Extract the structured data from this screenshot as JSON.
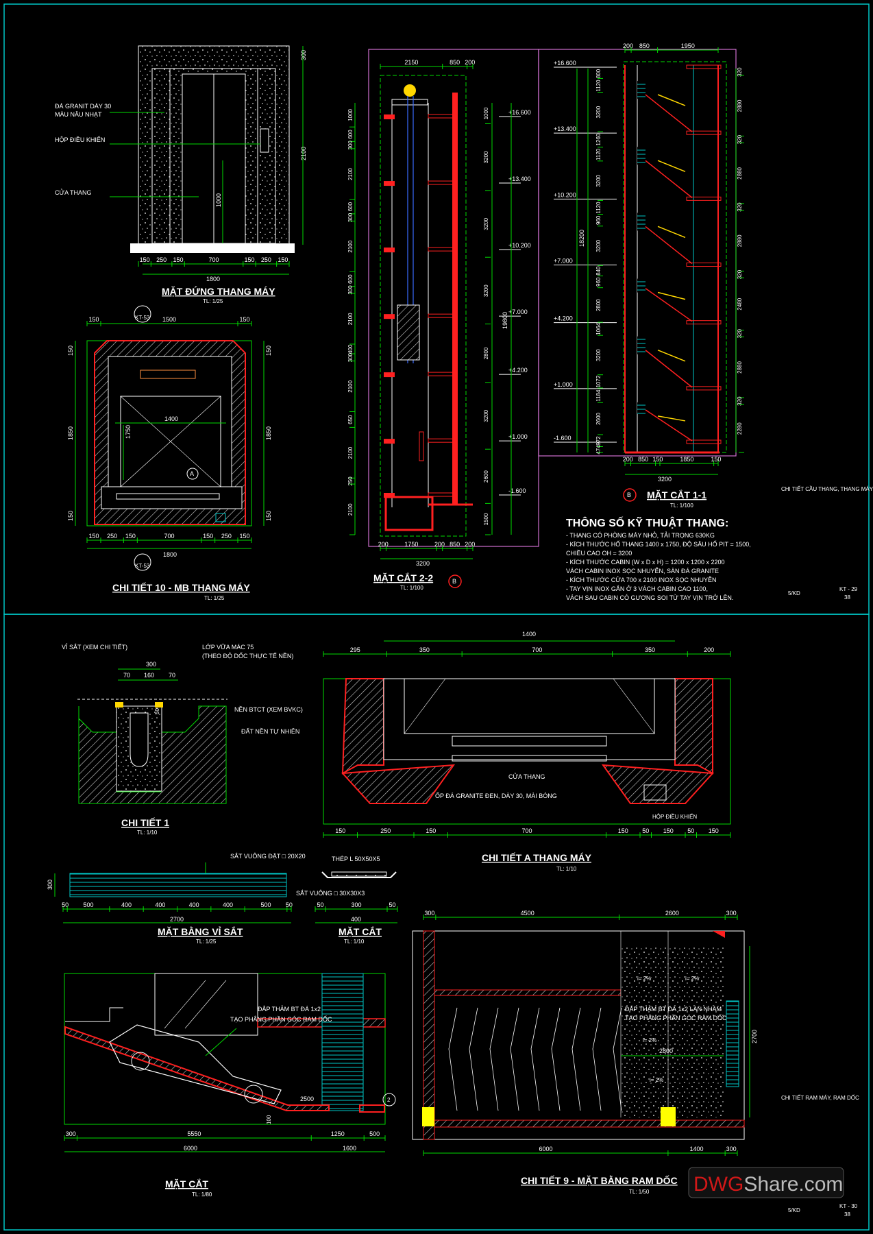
{
  "watermark": {
    "part1": "DWG",
    "part2": "Share.com"
  },
  "colors": {
    "frame": "#00c8c8",
    "dim": "#00dd00",
    "wall": "#ff2020",
    "lift": "#ffd700",
    "rope": "#3a6cff",
    "frame_magenta": "#d070d0"
  },
  "upper": {
    "elev": {
      "title": "MẶT ĐỨNG THANG MÁY",
      "scale": "TL: 1/25",
      "notes": {
        "granite1": "ĐÁ GRANIT DÀY 30",
        "granite2": "MÀU NÂU NHẠT",
        "control": "HỘP ĐIỀU KHIỂN",
        "door": "CỬA THANG"
      },
      "dims_bottom": [
        "150",
        "250",
        "150",
        "700",
        "150",
        "250",
        "150"
      ],
      "dim_total": "1800",
      "dims_right": [
        "300",
        "2100"
      ],
      "dim_inner": "1000"
    },
    "plan": {
      "title": "CHI TIẾT 10 - MB THANG MÁY",
      "scale": "TL: 1/25",
      "tag": "KT-53",
      "dims_top": [
        "150",
        "1500",
        "150"
      ],
      "dims_bottom": [
        "150",
        "250",
        "150",
        "700",
        "150",
        "250",
        "150"
      ],
      "dim_total": "1800",
      "dim_h": "1400",
      "dim_v": "1750",
      "dims_left": [
        "150",
        "1850",
        "150"
      ],
      "dims_right": [
        "150",
        "1850",
        "150"
      ],
      "mark": "A"
    },
    "sec22": {
      "title": "MẶT CẮT 2-2",
      "scale": "TL: 1/100",
      "mark": "B",
      "dims_top": [
        "2150",
        "850",
        "200"
      ],
      "dims_bottom": [
        "200",
        "1750",
        "200",
        "850",
        "200"
      ],
      "dim_total": "3200",
      "levels": [
        "+16.600",
        "+13.400",
        "+10.200",
        "+7.000",
        "+4.200",
        "+1.000",
        "-1.600"
      ],
      "dims_right": [
        "1000",
        "3200",
        "3200",
        "3200",
        "2800",
        "3200",
        "2600",
        "1500"
      ],
      "dim_overall": "19800",
      "dims_left": [
        "1000",
        "600",
        "300",
        "2100",
        "600",
        "300",
        "2100",
        "600",
        "300",
        "2100",
        "400",
        "300",
        "2100",
        "650",
        "2100",
        "250",
        "2100"
      ],
      "pit": "1500"
    },
    "sec11": {
      "title": "MẶT CẮT 1-1",
      "scale": "TL: 1/100",
      "mark": "B",
      "dims_top": [
        "200",
        "850",
        "1950"
      ],
      "dims_bottom": [
        "200",
        "850",
        "150",
        "1850",
        "150"
      ],
      "dim_total": "3200",
      "levels": [
        "+16.600",
        "+13.400",
        "+10.200",
        "+7.000",
        "+4.200",
        "+1.000",
        "-1.600"
      ],
      "dims_left": [
        "800",
        "1120",
        "3200",
        "1260",
        "1120",
        "3200",
        "1120",
        "960",
        "3200",
        "840",
        "960",
        "2800",
        "1064",
        "3200",
        "1072",
        "1184",
        "2600",
        "972",
        "474"
      ],
      "dim_overall": "18200",
      "dims_right": [
        "320",
        "2880",
        "320",
        "2880",
        "320",
        "2880",
        "320",
        "2480",
        "320",
        "2880",
        "320",
        "2280"
      ]
    },
    "specs": {
      "title": "THÔNG SỐ KỸ THUẬT THANG:",
      "lines": [
        "- THANG CÓ PHÒNG MÁY NHỎ, TẢI TRỌNG 630KG",
        "- KÍCH THƯỚC HỐ THANG 1400 x 1750, ĐỘ SÂU HỐ PIT = 1500,",
        "CHIỀU CAO OH = 3200",
        "- KÍCH THƯỚC CABIN (W x D x H) = 1200 x 1200 x 2200",
        "VÁCH CABIN INOX SỌC NHUYỄN, SÀN ĐÁ GRANITE",
        "- KÍCH THƯỚC CỬA 700 x 2100 INOX SỌC NHUYỄN",
        "- TAY VỊN INOX GẮN Ở 3 VÁCH CABIN CAO 1100,",
        "VÁCH SAU CABIN CÓ GƯƠNG SOI TỪ TAY VỊN TRỞ LÊN."
      ]
    },
    "titleblock": {
      "name": "CHI TIẾT CẦU THANG, THANG MÁY",
      "code": "KT - 29",
      "sheet": "38",
      "ref": "5/KD"
    }
  },
  "lower": {
    "d1": {
      "title": "CHI TIẾT 1",
      "scale": "TL: 1/10",
      "notes": {
        "grate": "VỈ SẮT (XEM CHI TIẾT)",
        "mortar1": "LỚP VỮA MÁC 75",
        "mortar2": "(THEO ĐỘ DỐC THỰC TẾ NỀN)",
        "slab": "NỀN BTCT (XEM BVKC)",
        "soil": "ĐẤT NỀN TỰ NHIÊN"
      },
      "dim_top": "300",
      "dims": [
        "70",
        "160",
        "70"
      ],
      "dim_small": "50"
    },
    "dA": {
      "title": "CHI TIẾT A THANG MÁY",
      "scale": "TL: 1/10",
      "notes": {
        "door": "CỬA THANG",
        "granite": "ỐP ĐÁ GRANITE ĐEN, DÀY 30, MÀI BÓNG",
        "control": "HỘP ĐIỀU KHIỂN"
      },
      "dim_total": "1400",
      "dims_top": [
        "295",
        "350",
        "700",
        "350",
        "200"
      ],
      "dims_bottom": [
        "150",
        "250",
        "150",
        "700",
        "150",
        "50",
        "150",
        "50",
        "150"
      ]
    },
    "grate": {
      "plan_title": "MẶT BẰNG VỈ SẮT",
      "plan_scale": "TL: 1/25",
      "sec_title": "MẶT CẮT",
      "sec_scale": "TL: 1/10",
      "notes": {
        "bar": "SẮT VUÔNG ĐẶT □ 20X20",
        "angle": "THÉP L 50X50X5",
        "bar2": "SẮT VUÔNG □ 30X30X3"
      },
      "dims_plan": [
        "50",
        "500",
        "400",
        "400",
        "400",
        "400",
        "500",
        "50"
      ],
      "plan_total": "2700",
      "plan_h": "300",
      "dims_sec": [
        "50",
        "300",
        "50"
      ],
      "sec_total": "400"
    },
    "ramp_sec": {
      "title": "MẶT CẮT",
      "scale": "TL: 1/80",
      "note1": "ĐẮP THẢM BT ĐÁ 1x2",
      "note2": "TẠO PHẲNG PHẦN GÓC RAM DỐC",
      "slope": "2500",
      "h": "100",
      "dims": [
        "300",
        "5550",
        "1250",
        "500"
      ],
      "dim_total1": "6000",
      "dim_total2": "1600",
      "mark": "2"
    },
    "ramp_plan": {
      "title": "CHI TIẾT 9 - MẶT BẰNG RAM DỐC",
      "scale": "TL: 1/50",
      "note1": "ĐẮP THẢM BT ĐÁ 1x2 LÀN NHÁM",
      "note2": "TẠO PHẲNG PHẦN GÓC RAM DỐC",
      "slopes": [
        "i= 2%",
        "i= 2%",
        "i= 2%",
        "i= 2%"
      ],
      "dims_top": [
        "300",
        "4500",
        "2600",
        "300"
      ],
      "dims_bottom": [
        "6000",
        "1400",
        "300"
      ],
      "dim_h": "2800",
      "dim_v": "2700"
    },
    "titleblock": {
      "name": "CHI TIẾT RAM MÁY, RAM DỐC",
      "code": "KT - 30",
      "sheet": "38",
      "ref": "5/KD"
    }
  }
}
